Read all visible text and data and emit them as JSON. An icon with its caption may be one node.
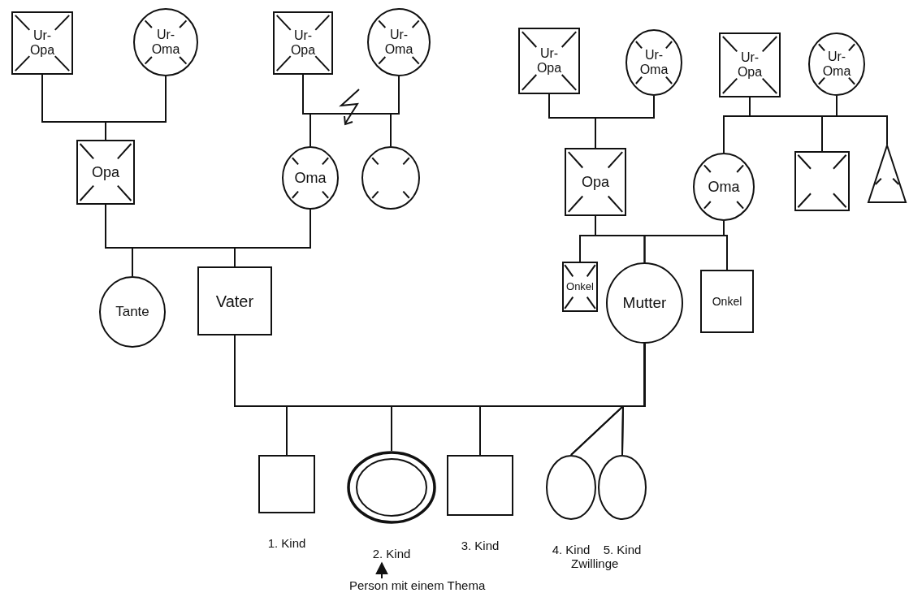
{
  "diagram": {
    "nodes": [
      {
        "text": [
          "Ur-Opa"
        ]
      },
      {
        "text": [
          "Ur-Oma"
        ]
      },
      {
        "text": [
          "Ur-Opa"
        ]
      },
      {
        "text": [
          "Ur-Oma"
        ]
      },
      {
        "text": [
          "Ur-Opa"
        ]
      },
      {
        "text": [
          "Ur-Oma"
        ]
      },
      {
        "text": [
          "Ur-Opa"
        ]
      },
      {
        "text": [
          "Ur-Oma"
        ]
      },
      {
        "text": [
          "Opa"
        ]
      },
      {
        "text": [
          "Oma"
        ]
      },
      {
        "text": [],
        "shape": "circle"
      },
      {
        "text": [
          "Opa"
        ]
      },
      {
        "text": [
          "Oma"
        ]
      },
      {
        "text": [],
        "shape": "box"
      },
      {
        "text": [],
        "shape": "triangle"
      },
      {
        "text": [
          "Tante"
        ]
      },
      {
        "text": [
          "Vater"
        ]
      },
      {
        "text": [
          "Onkel"
        ]
      },
      {
        "text": [
          "Mutter"
        ]
      },
      {
        "text": [
          "Onkel"
        ]
      },
      {
        "text": [],
        "shape": "box",
        "beside": [
          "1. Kind"
        ]
      },
      {
        "text": [],
        "shape": "circle",
        "beside": [
          "2. Kind"
        ]
      },
      {
        "text": [],
        "shape": "box",
        "beside": [
          "3. Kind"
        ]
      },
      {
        "text": [],
        "shape": "circle",
        "beside": [
          "4. Kind"
        ]
      },
      {
        "text": [],
        "shape": "circle",
        "beside": [
          "5. Kind"
        ]
      },
      {
        "text": [
          "Person mit einem Thema"
        ]
      }
    ],
    "edges": [
      {
        "from": 0,
        "to": 8,
        "arrow": "none"
      },
      {
        "from": 1,
        "to": 8,
        "arrow": "none"
      },
      {
        "from": 2,
        "to": 9,
        "arrow": "none"
      },
      {
        "from": 3,
        "to": 9,
        "arrow": "none"
      },
      {
        "from": 2,
        "to": 10,
        "arrow": "none"
      },
      {
        "from": 3,
        "to": 10,
        "arrow": "none"
      },
      {
        "from": 4,
        "to": 11,
        "arrow": "none"
      },
      {
        "from": 5,
        "to": 11,
        "arrow": "none"
      },
      {
        "from": 6,
        "to": 12,
        "arrow": "none"
      },
      {
        "from": 7,
        "to": 12,
        "arrow": "none"
      },
      {
        "from": 6,
        "to": 13,
        "arrow": "none"
      },
      {
        "from": 7,
        "to": 13,
        "arrow": "none"
      },
      {
        "from": 6,
        "to": 14,
        "arrow": "none"
      },
      {
        "from": 7,
        "to": 14,
        "arrow": "none"
      },
      {
        "from": 8,
        "to": 15,
        "arrow": "none"
      },
      {
        "from": 9,
        "to": 15,
        "arrow": "none"
      },
      {
        "from": 8,
        "to": 16,
        "arrow": "none"
      },
      {
        "from": 9,
        "to": 16,
        "arrow": "none"
      },
      {
        "from": 11,
        "to": 17,
        "arrow": "none"
      },
      {
        "from": 12,
        "to": 17,
        "arrow": "none"
      },
      {
        "from": 11,
        "to": 18,
        "arrow": "none"
      },
      {
        "from": 12,
        "to": 18,
        "arrow": "none"
      },
      {
        "from": 11,
        "to": 19,
        "arrow": "none"
      },
      {
        "from": 12,
        "to": 19,
        "arrow": "none"
      },
      {
        "from": 16,
        "to": 20,
        "arrow": "none"
      },
      {
        "from": 18,
        "to": 20,
        "arrow": "none"
      },
      {
        "from": 16,
        "to": 21,
        "arrow": "none"
      },
      {
        "from": 18,
        "to": 21,
        "arrow": "none"
      },
      {
        "from": 16,
        "to": 22,
        "arrow": "none"
      },
      {
        "from": 18,
        "to": 22,
        "arrow": "none"
      },
      {
        "from": 16,
        "to": 23,
        "arrow": "none"
      },
      {
        "from": 18,
        "to": 23,
        "arrow": "none"
      },
      {
        "from": 16,
        "to": 24,
        "arrow": "none"
      },
      {
        "from": 18,
        "to": 24,
        "arrow": "none"
      },
      {
        "from": 25,
        "to": 21,
        "arrow": "to"
      }
    ],
    "labels": [
      "Zwillinge"
    ]
  }
}
